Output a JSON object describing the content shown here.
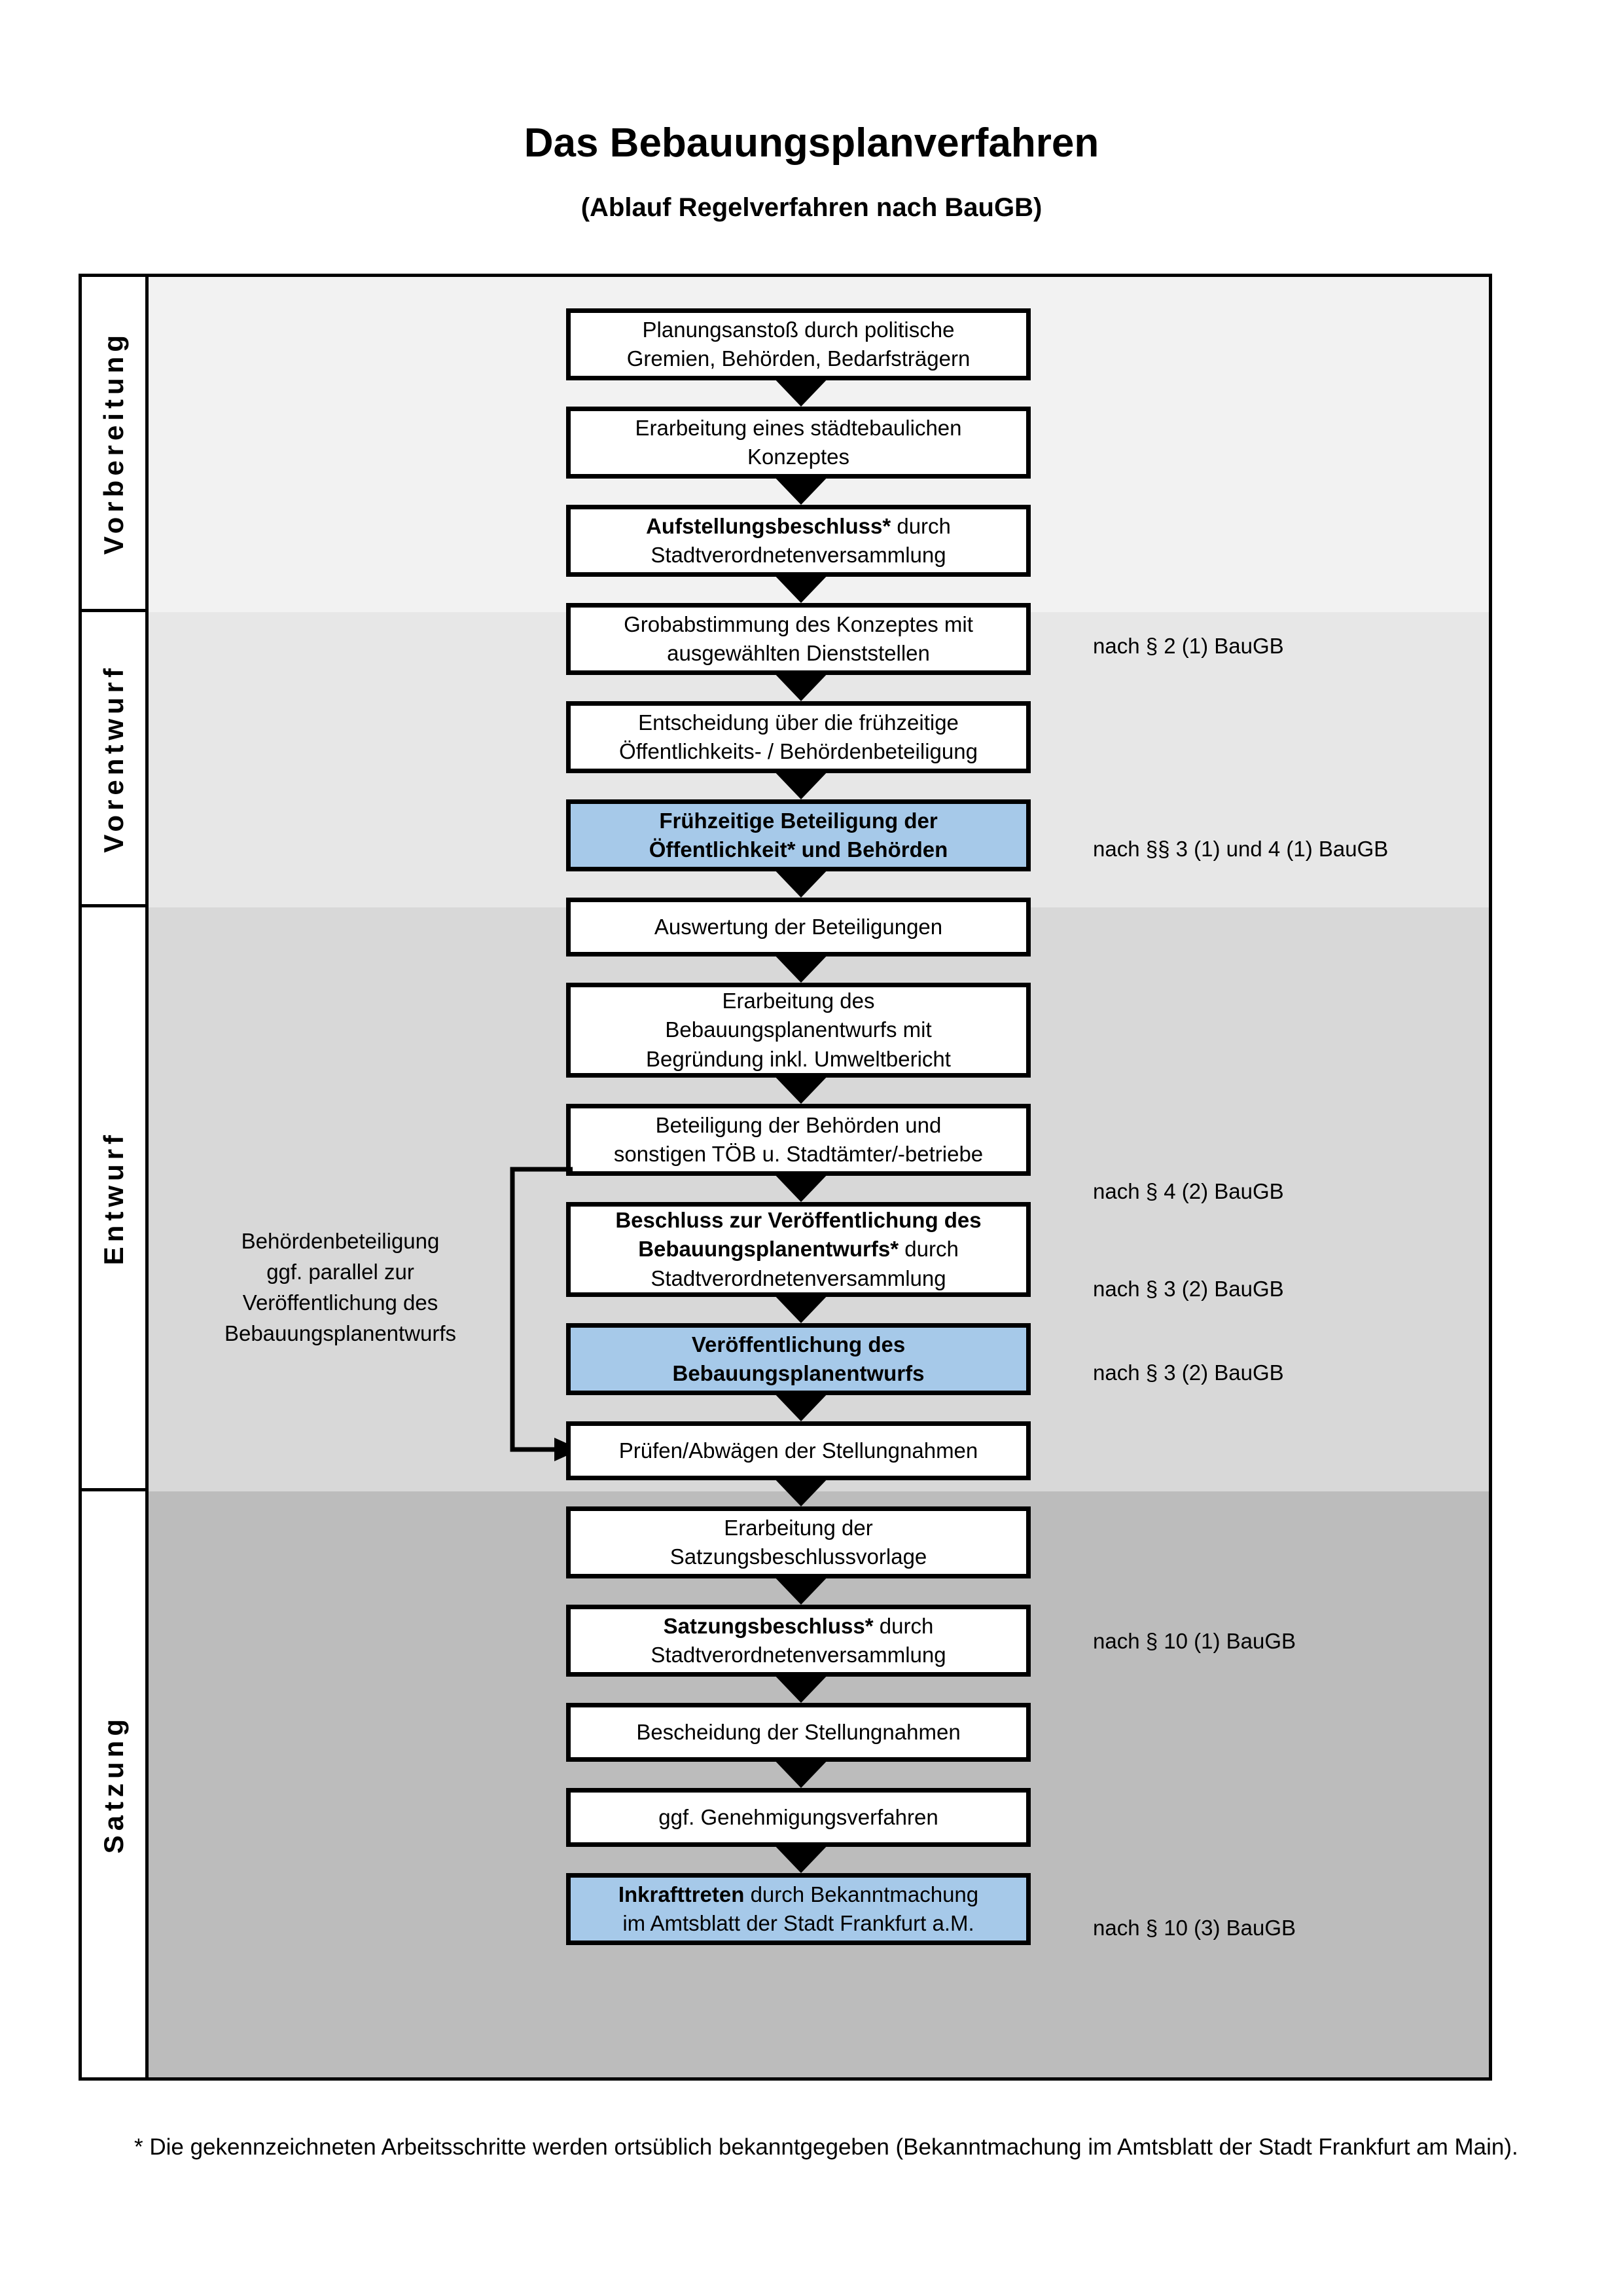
{
  "header": {
    "title": "Das Bebauungsplanverfahren",
    "subtitle": "(Ablauf Regelverfahren nach BauGB)"
  },
  "phases": [
    {
      "label": "Vorbereitung"
    },
    {
      "label": "Vorentwurf"
    },
    {
      "label": "Entwurf"
    },
    {
      "label": "Satzung"
    }
  ],
  "colors": {
    "band_vorbereitung": "#f2f2f2",
    "band_vorentwurf": "#e7e7e7",
    "band_entwurf": "#d8d8d8",
    "band_satzung": "#bcbcbc",
    "highlight_blue": "#a6c9e9",
    "outline": "#000000"
  },
  "nodes": [
    {
      "id": "planungsanstoss",
      "phase": "Vorbereitung",
      "line1": "Planungsanstoß durch politische",
      "line2": "Gremien, Behörden, Bedarfsträgern",
      "bold": false,
      "highlight": false
    },
    {
      "id": "staedtebauliches-konzept",
      "phase": "Vorbereitung",
      "line1": "Erarbeitung eines städtebaulichen",
      "line2": "Konzeptes",
      "bold": false,
      "highlight": false
    },
    {
      "id": "aufstellungsbeschluss",
      "phase": "Vorbereitung",
      "line1_bold": "Aufstellungsbeschluss*",
      "line1_rest": " durch",
      "line2": "Stadtverordnetenversammlung",
      "bold": "partial",
      "highlight": false
    },
    {
      "id": "grobabstimmung",
      "phase": "Vorentwurf",
      "line1": "Grobabstimmung des Konzeptes mit",
      "line2": "ausgewählten Dienststellen",
      "bold": false,
      "highlight": false
    },
    {
      "id": "entscheidung-fruehzeitige-beteiligung",
      "phase": "Vorentwurf",
      "line1": "Entscheidung über die frühzeitige",
      "line2": "Öffentlichkeits- / Behördenbeteiligung",
      "bold": false,
      "highlight": false
    },
    {
      "id": "fruehzeitige-beteiligung",
      "phase": "Vorentwurf",
      "line1": "Frühzeitige Beteiligung der",
      "line2": "Öffentlichkeit* und Behörden",
      "bold": true,
      "highlight": true
    },
    {
      "id": "auswertung-beteiligungen",
      "phase": "Entwurf",
      "line1": "Auswertung der Beteiligungen",
      "bold": false,
      "highlight": false
    },
    {
      "id": "erarbeitung-bplan-entwurf",
      "phase": "Entwurf",
      "line1": "Erarbeitung des",
      "line2": "Bebauungsplanentwurfs mit",
      "line3": "Begründung inkl. Umweltbericht",
      "bold": false,
      "highlight": false
    },
    {
      "id": "beteiligung-behoerden-toeb",
      "phase": "Entwurf",
      "line1": "Beteiligung der Behörden und",
      "line2": "sonstigen TÖB u. Stadtämter/-betriebe",
      "bold": false,
      "highlight": false
    },
    {
      "id": "beschluss-veroeffentlichung",
      "phase": "Entwurf",
      "line1_bold": "Beschluss zur Veröffentlichung des",
      "line2_bold": "Bebauungsplanentwurfs*",
      "line2_rest": " durch",
      "line3": "Stadtverordnetenversammlung",
      "bold": "partial",
      "highlight": false
    },
    {
      "id": "veroeffentlichung-bplan-entwurf",
      "phase": "Entwurf",
      "line1": "Veröffentlichung des",
      "line2": "Bebauungsplanentwurfs",
      "bold": true,
      "highlight": true
    },
    {
      "id": "pruefen-abwaegen",
      "phase": "Satzung",
      "line1": "Prüfen/Abwägen der Stellungnahmen",
      "bold": false,
      "highlight": false
    },
    {
      "id": "erarbeitung-satzungsbeschlussvorlage",
      "phase": "Satzung",
      "line1": "Erarbeitung der",
      "line2": "Satzungsbeschlussvorlage",
      "bold": false,
      "highlight": false
    },
    {
      "id": "satzungsbeschluss",
      "phase": "Satzung",
      "line1_bold": "Satzungsbeschluss*",
      "line1_rest": " durch",
      "line2": "Stadtverordnetenversammlung",
      "bold": "partial",
      "highlight": false
    },
    {
      "id": "bescheidung-stellungnahmen",
      "phase": "Satzung",
      "line1": "Bescheidung der Stellungnahmen",
      "bold": false,
      "highlight": false
    },
    {
      "id": "genehmigungsverfahren",
      "phase": "Satzung",
      "line1": "ggf. Genehmigungsverfahren",
      "bold": false,
      "highlight": false
    },
    {
      "id": "inkrafttreten",
      "phase": "Satzung",
      "line1_bold": "Inkrafttreten",
      "line1_rest": " durch Bekanntmachung",
      "line2": "im Amtsblatt der Stadt Frankfurt a.M.",
      "bold": "partial",
      "highlight": true
    }
  ],
  "legal_notes": [
    {
      "id": "note-par-2-1",
      "text": "nach § 2 (1) BauGB"
    },
    {
      "id": "note-par-3-1-4-1",
      "text": "nach §§ 3 (1) und 4 (1) BauGB"
    },
    {
      "id": "note-par-4-2",
      "text": "nach § 4 (2) BauGB"
    },
    {
      "id": "note-par-3-2-a",
      "text": "nach § 3 (2) BauGB"
    },
    {
      "id": "note-par-3-2-b",
      "text": "nach § 3 (2) BauGB"
    },
    {
      "id": "note-par-10-1",
      "text": "nach § 10 (1) BauGB"
    },
    {
      "id": "note-par-10-3",
      "text": "nach § 10 (3) BauGB"
    }
  ],
  "parallel_note": {
    "line1": "Behördenbeteiligung",
    "line2": "ggf. parallel zur",
    "line3": "Veröffentlichung des",
    "line4": "Bebauungsplanentwurfs"
  },
  "footnote": {
    "text": "* Die gekennzeichneten Arbeitsschritte werden ortsüblich bekanntgegeben (Bekanntmachung im Amtsblatt  der Stadt Frankfurt am Main)."
  }
}
